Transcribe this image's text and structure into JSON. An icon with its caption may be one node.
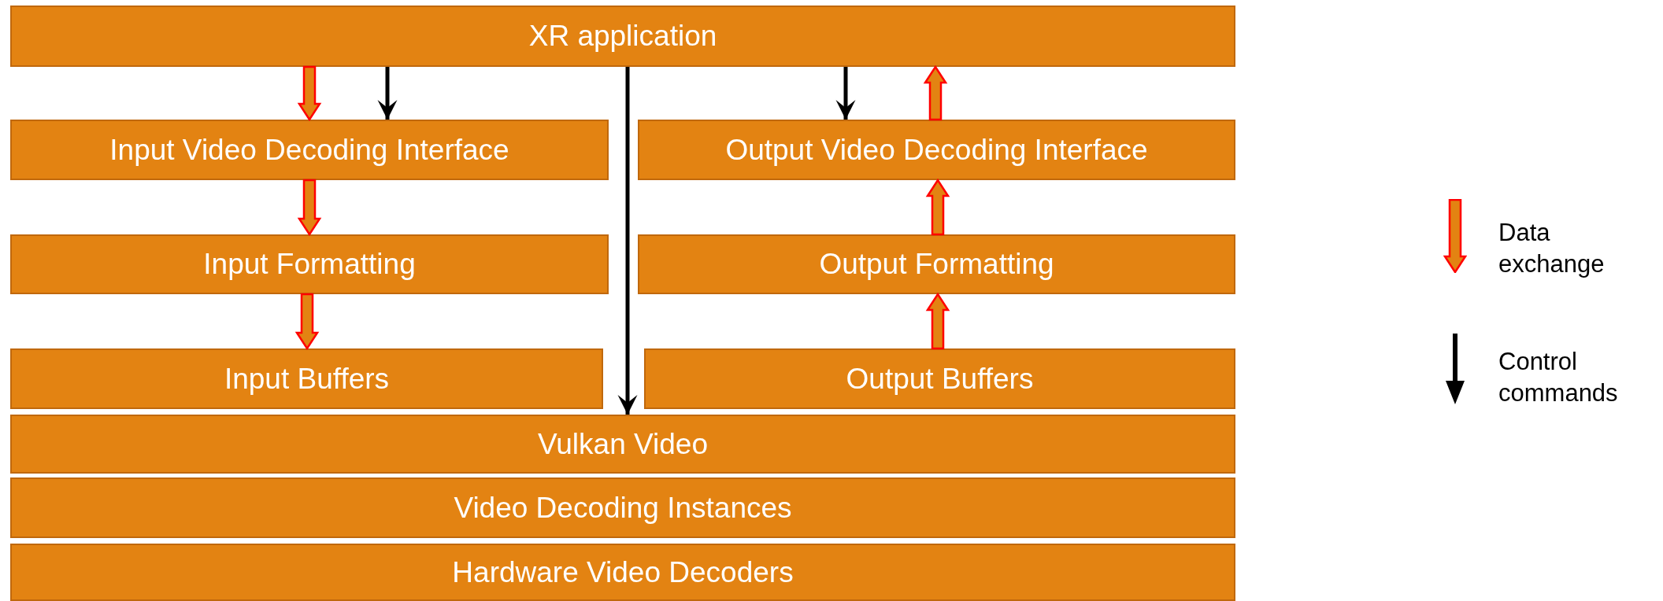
{
  "diagram": {
    "nodes": [
      {
        "text": [
          "XR application"
        ]
      },
      {
        "text": [
          "Input Video Decoding Interface"
        ]
      },
      {
        "text": [
          "Output Video Decoding Interface"
        ]
      },
      {
        "text": [
          "Input Formatting"
        ]
      },
      {
        "text": [
          "Output Formatting"
        ]
      },
      {
        "text": [
          "Input Buffers"
        ]
      },
      {
        "text": [
          "Output Buffers"
        ]
      },
      {
        "text": [
          "Vulkan Video"
        ]
      },
      {
        "text": [
          "Video Decoding Instances"
        ]
      },
      {
        "text": [
          "Hardware Video Decoders"
        ]
      }
    ],
    "edges": [
      {
        "from": 0,
        "to": 1,
        "arrow": "to"
      },
      {
        "from": 0,
        "to": 1,
        "arrow": "to",
        "color": "#000000"
      },
      {
        "from": 0,
        "to": 7,
        "arrow": "to",
        "color": "#000000"
      },
      {
        "from": 0,
        "to": 2,
        "arrow": "to",
        "color": "#000000"
      },
      {
        "from": 2,
        "to": 0,
        "arrow": "to"
      },
      {
        "from": 1,
        "to": 3,
        "arrow": "to"
      },
      {
        "from": 4,
        "to": 2,
        "arrow": "to"
      },
      {
        "from": 3,
        "to": 5,
        "arrow": "to"
      },
      {
        "from": 6,
        "to": 4,
        "arrow": "to"
      }
    ],
    "legend": [
      {
        "text": "Data exchange"
      },
      {
        "text": "Control commands"
      }
    ]
  }
}
